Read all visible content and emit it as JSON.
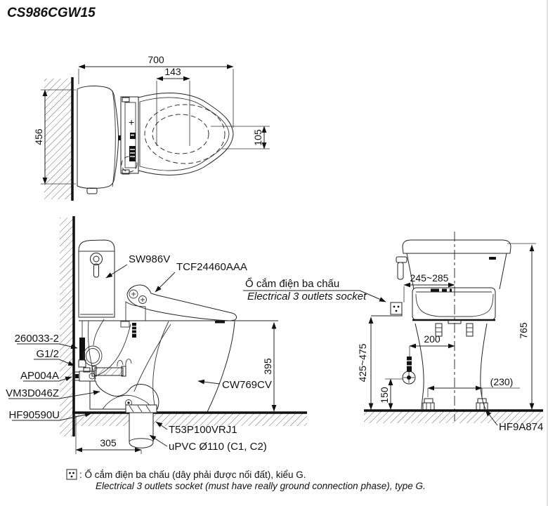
{
  "title": "CS986CGW15",
  "top_view": {
    "dims": {
      "overall_length": "700",
      "panel_offset": "143",
      "nozzle_offset": "105",
      "overall_width": "456"
    },
    "panel_plus": "+"
  },
  "side_view": {
    "parts": {
      "cistern": "SW986V",
      "washlet": "TCF24460AAA",
      "supply_pipe": "260033-2",
      "thread": "G1/2",
      "stop_valve": "AP004A",
      "inlet_fitting": "VM3D046Z",
      "floor_seal": "HF90590U",
      "bowl": "CW769CV",
      "drain_socket": "T53P100VRJ1",
      "drain_pipe": "uPVC Ø110 (C1, C2)"
    },
    "dims": {
      "rim_height": "395",
      "rough_in": "305"
    }
  },
  "front_view": {
    "parts": {
      "bolt_cap": "HF9A874"
    },
    "dims": {
      "socket_offset": "245~285",
      "overall_height": "765",
      "socket_height": "425~475",
      "valve_offset": "200",
      "valve_height": "150",
      "bolt_spacing": "(230)"
    }
  },
  "socket_callout": {
    "vi": "Ổ cắm điện ba chấu",
    "en": "Electrical 3 outlets socket"
  },
  "note": {
    "vi": ": Ổ cắm điện ba chấu (dây phải được nối đất), kiểu G.",
    "en": "Electrical 3 outlets socket (must have really ground connection phase), type G."
  }
}
